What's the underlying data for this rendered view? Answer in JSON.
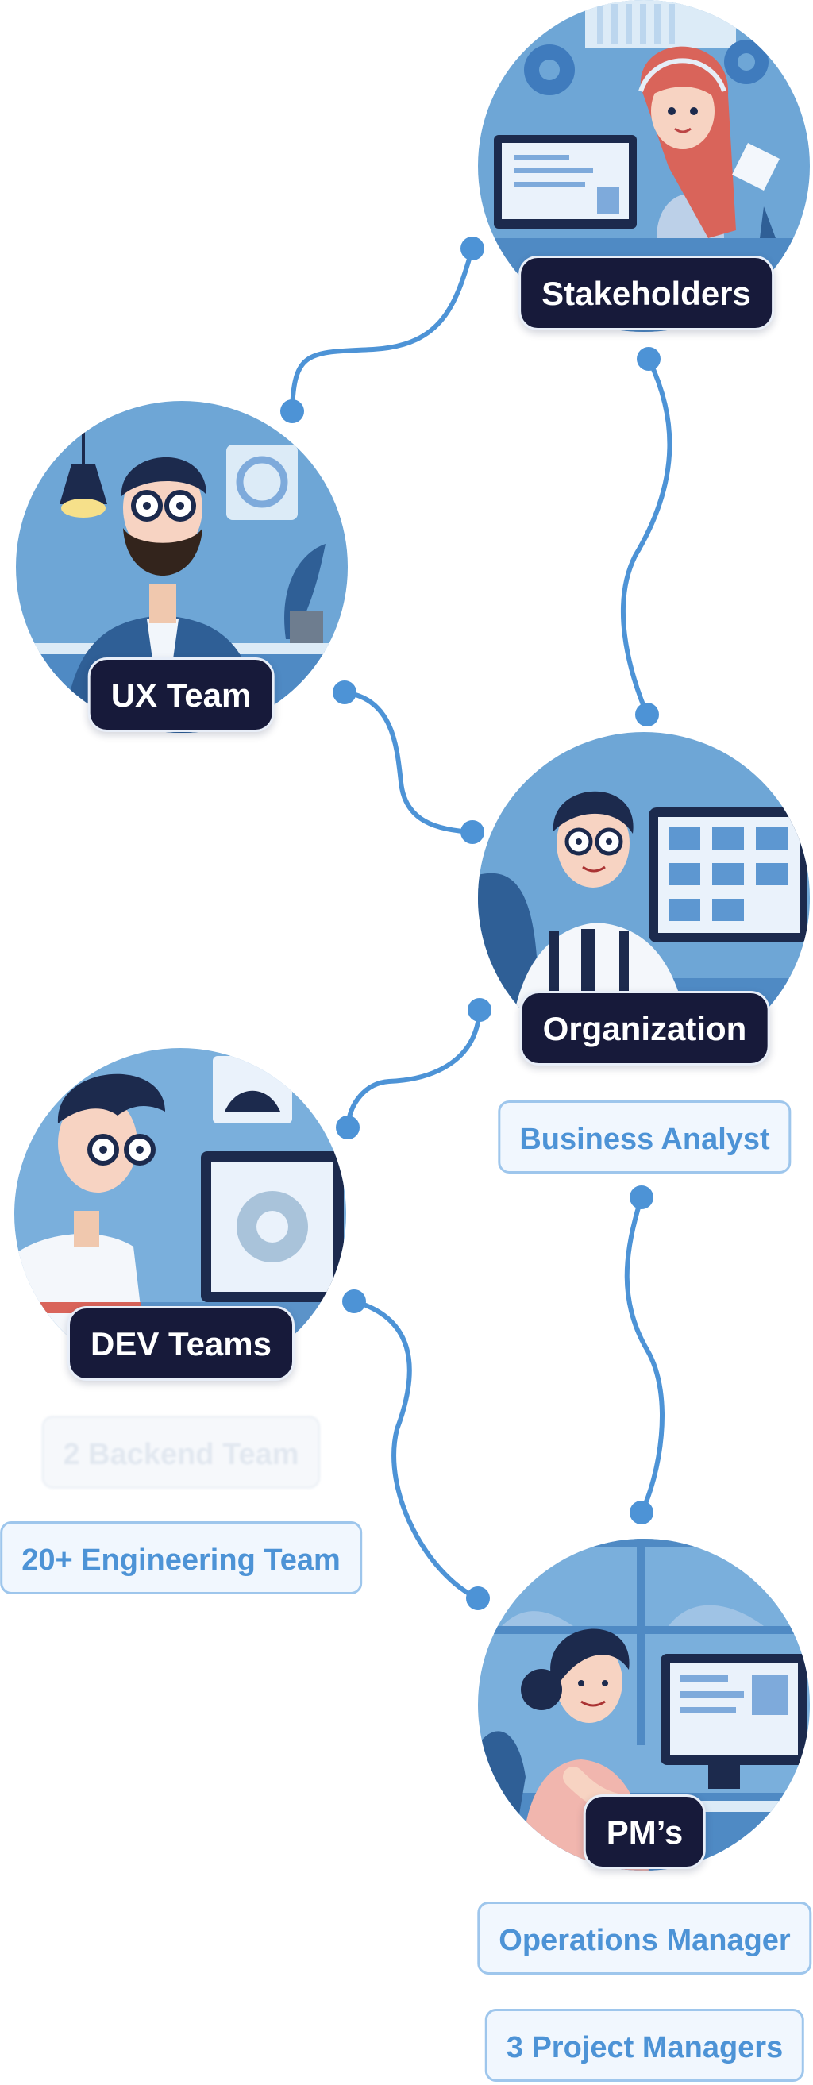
{
  "diagram": {
    "accent": "#4d93d6",
    "dark": "#171a3a",
    "nodes": [
      {
        "id": "stakeholders",
        "label": "Stakeholders",
        "icon": "support-agent-icon"
      },
      {
        "id": "ux-team",
        "label": "UX Team",
        "icon": "designer-icon"
      },
      {
        "id": "organization",
        "label": "Organization",
        "icon": "office-worker-icon"
      },
      {
        "id": "dev-teams",
        "label": "DEV Teams",
        "icon": "developer-icon"
      },
      {
        "id": "pms",
        "label": "PM’s",
        "icon": "project-manager-icon"
      }
    ],
    "roles": {
      "business_analyst": "Business Analyst",
      "backend_team_faded": "2 Backend Team",
      "engineering_team": "20+ Engineering Team",
      "operations_manager": "Operations Manager",
      "project_managers": "3 Project Managers"
    }
  }
}
